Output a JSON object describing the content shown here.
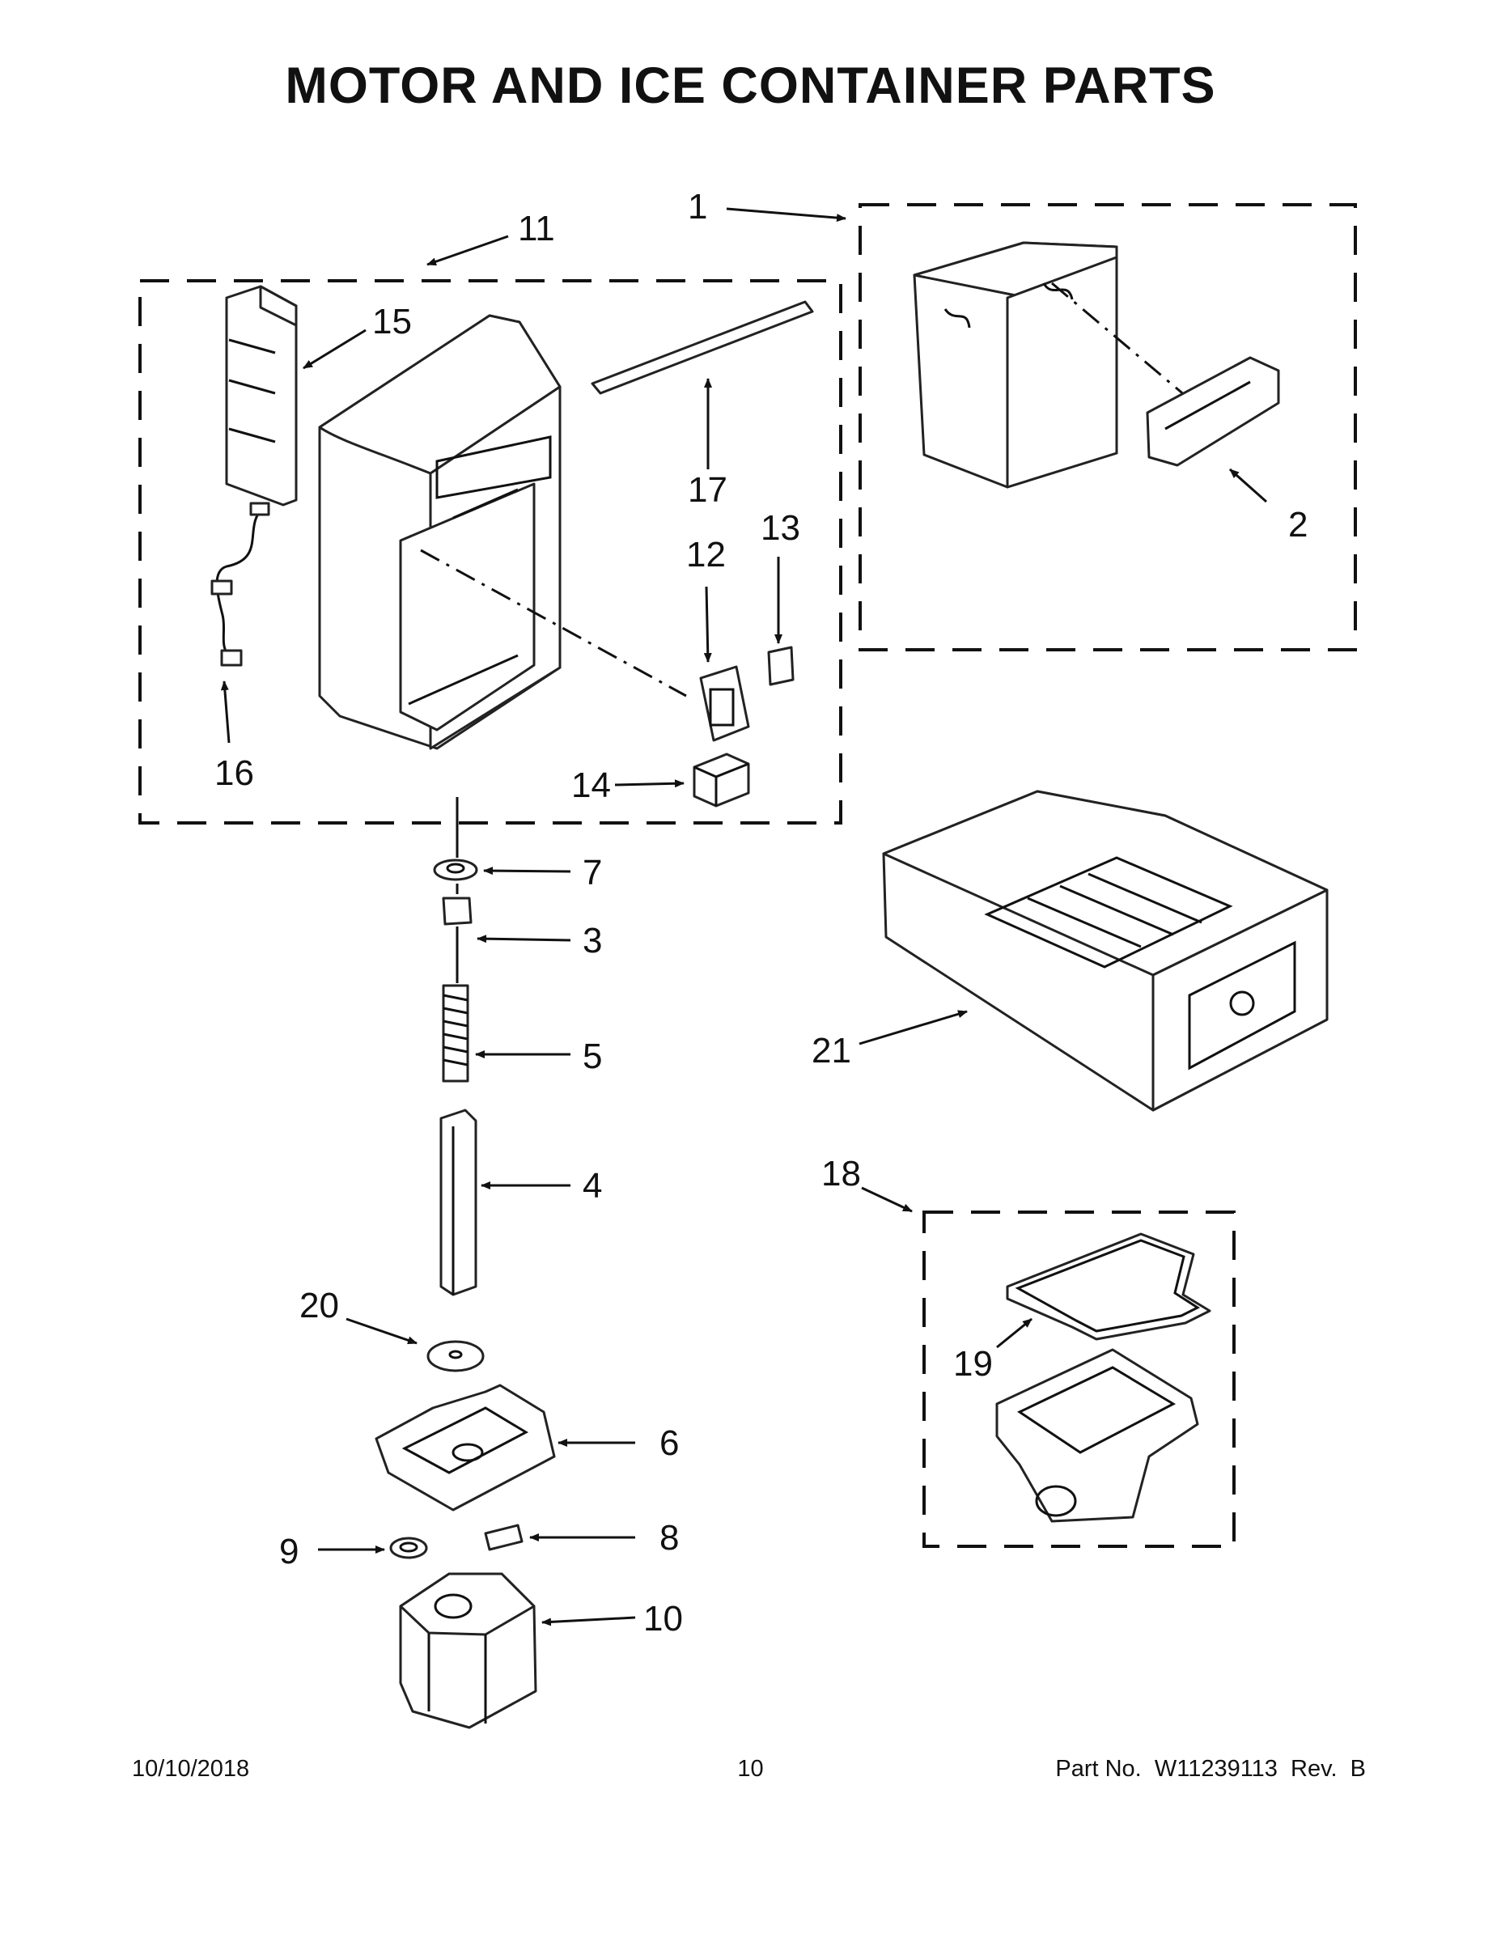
{
  "title": "MOTOR AND ICE CONTAINER PARTS",
  "callouts": {
    "c1": "1",
    "c2": "2",
    "c3": "3",
    "c4": "4",
    "c5": "5",
    "c6": "6",
    "c7": "7",
    "c8": "8",
    "c9": "9",
    "c10": "10",
    "c11": "11",
    "c12": "12",
    "c13": "13",
    "c14": "14",
    "c15": "15",
    "c16": "16",
    "c17": "17",
    "c18": "18",
    "c19": "19",
    "c20": "20",
    "c21": "21"
  },
  "footer": {
    "date": "10/10/2018",
    "page": "10",
    "part": "Part No.  W11239113  Rev.  B"
  }
}
